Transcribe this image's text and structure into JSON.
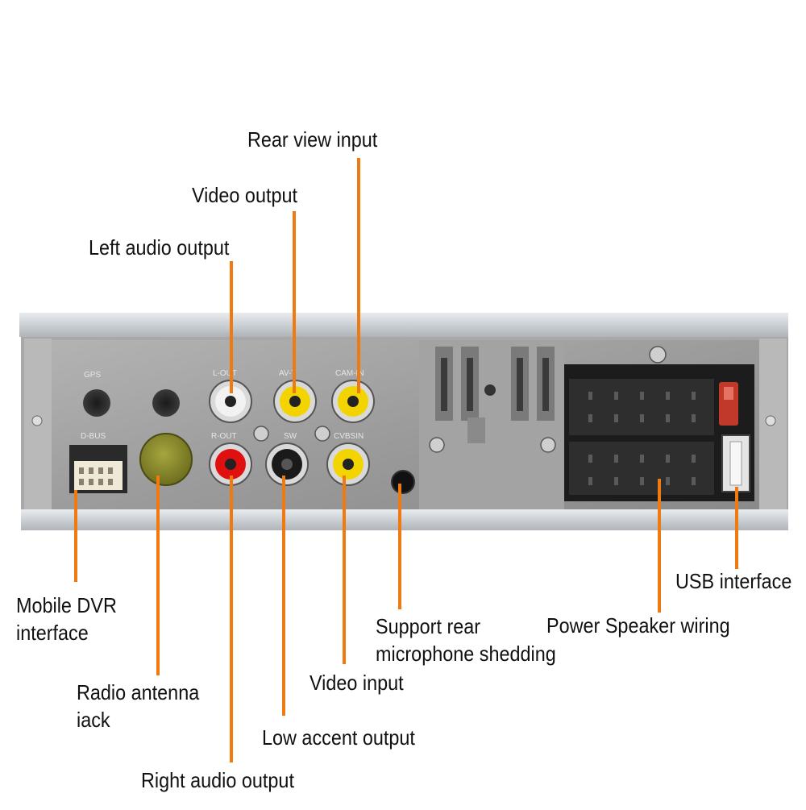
{
  "silkscreen": {
    "gps": "GPS",
    "dbus": "D-BUS",
    "lout": "L-OUT",
    "avout": "AV-T",
    "camin": "CAM-IN",
    "rout": "R-OUT",
    "sw": "SW",
    "cvbsin": "CVBSIN"
  },
  "callouts": {
    "rear_view": "Rear view input",
    "video_output": "Video output",
    "left_audio": "Left audio output",
    "mobile_dvr": [
      "Mobile DVR",
      "interface"
    ],
    "radio_antenna": [
      "Radio antenna",
      " iack"
    ],
    "right_audio": "Right audio output",
    "low_accent": "Low accent output",
    "video_input": "Video input",
    "support_mic": [
      "Support rear",
      "microphone shedding"
    ],
    "power_speaker": "Power Speaker wiring",
    "usb": "USB interface"
  },
  "colors": {
    "leader": "#f07a10",
    "jack_white": "#f2f2f2",
    "jack_yellow": "#f3d400",
    "jack_red": "#e01010",
    "jack_black": "#1a1a1a",
    "antenna": "#8a8a2a",
    "fuse": "#c0392b",
    "panel": "#9a9a9a"
  }
}
